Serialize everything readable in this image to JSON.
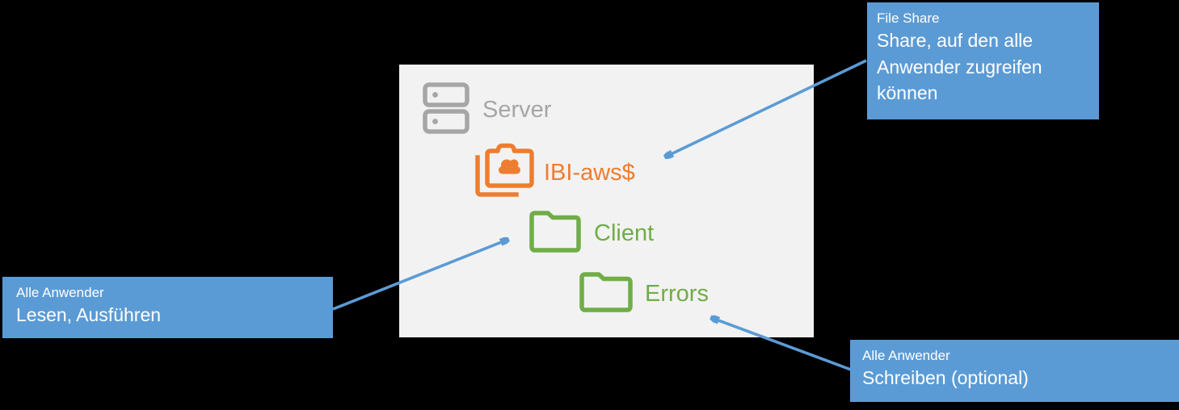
{
  "colors": {
    "background": "#000000",
    "panel_bg": "#F2F2F2",
    "accent_blue": "#5B9BD5",
    "orange": "#ED7D31",
    "green": "#70AD47",
    "gray": "#A6A6A6",
    "callout_text": "#FFFFFF"
  },
  "panel": {
    "server_label": "Server",
    "items": [
      {
        "label": "IBI-aws$",
        "type": "shared-cloud-folder",
        "color": "#ED7D31"
      },
      {
        "label": "Client",
        "type": "folder",
        "color": "#70AD47"
      },
      {
        "label": "Errors",
        "type": "folder",
        "color": "#70AD47"
      }
    ]
  },
  "callouts": {
    "file_share": {
      "title": "File Share",
      "body": "Share, auf den alle\nAnwender zugreifen\nkönnen",
      "points_to": "IBI-aws$"
    },
    "read": {
      "title": "Alle Anwender",
      "body": "Lesen, Ausführen",
      "points_to": "Client"
    },
    "write": {
      "title": "Alle Anwender",
      "body": "Schreiben (optional)",
      "points_to": "Errors"
    }
  }
}
